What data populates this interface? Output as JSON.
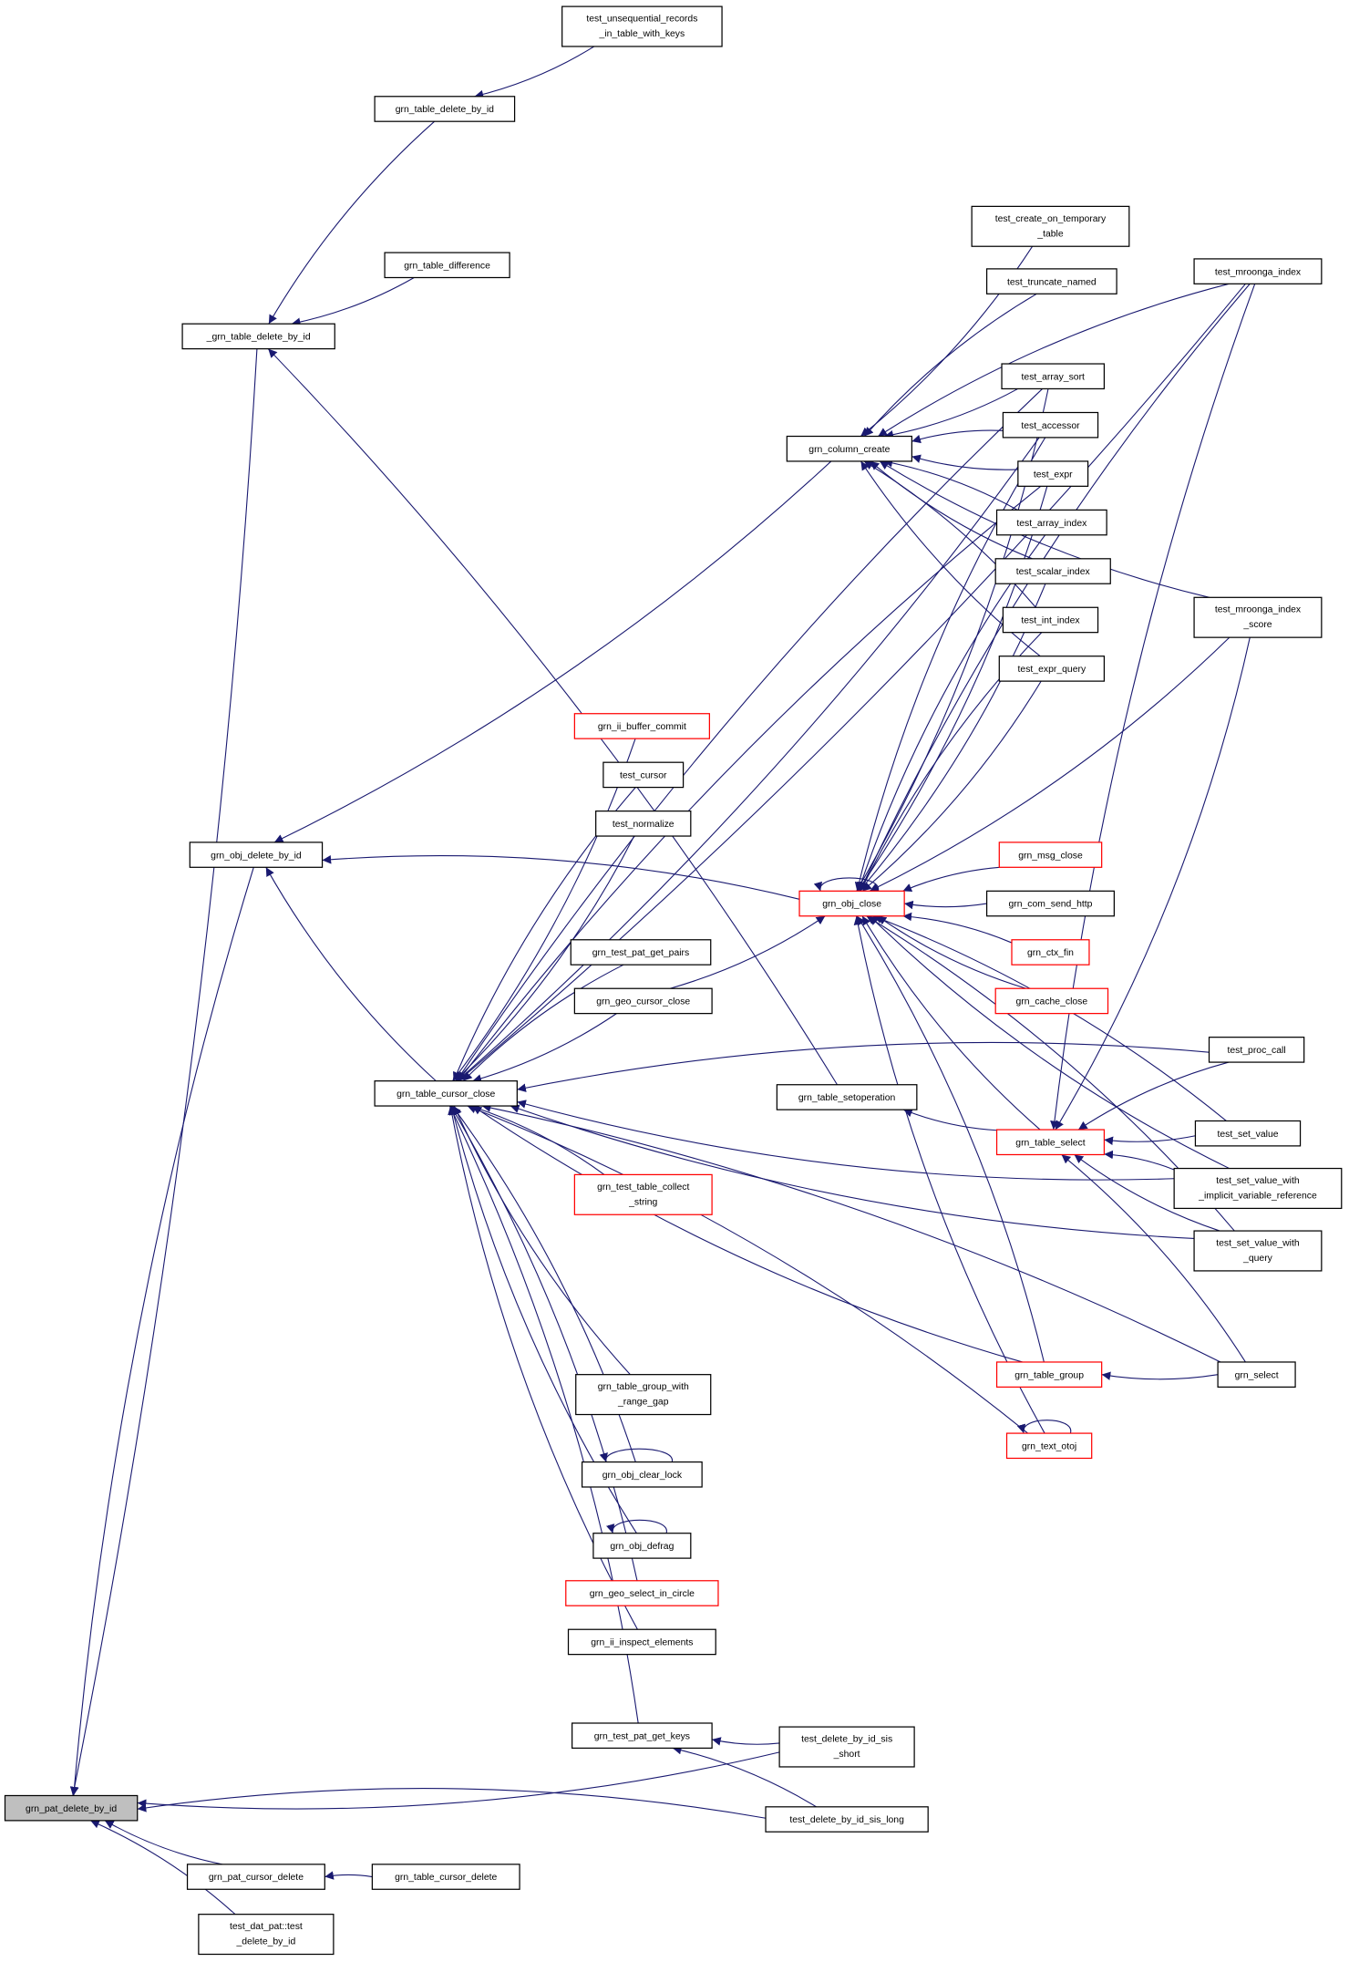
{
  "graph": {
    "edge_color": "#191970",
    "highlight_fill": "#bfbfbf",
    "nodes": [
      {
        "id": "test_unsequential_records",
        "lines": [
          "test_unsequential_records",
          "_in_table_with_keys"
        ],
        "style": "normal"
      },
      {
        "id": "grn_table_delete_by_id",
        "lines": [
          "grn_table_delete_by_id"
        ],
        "style": "normal"
      },
      {
        "id": "grn_table_difference",
        "lines": [
          "grn_table_difference"
        ],
        "style": "normal"
      },
      {
        "id": "_grn_table_delete_by_id",
        "lines": [
          "_grn_table_delete_by_id"
        ],
        "style": "normal"
      },
      {
        "id": "grn_obj_delete_by_id",
        "lines": [
          "grn_obj_delete_by_id"
        ],
        "style": "normal"
      },
      {
        "id": "grn_table_cursor_close",
        "lines": [
          "grn_table_cursor_close"
        ],
        "style": "normal"
      },
      {
        "id": "grn_pat_delete_by_id",
        "lines": [
          "grn_pat_delete_by_id"
        ],
        "style": "gray"
      },
      {
        "id": "grn_pat_cursor_delete",
        "lines": [
          "grn_pat_cursor_delete"
        ],
        "style": "normal"
      },
      {
        "id": "grn_table_cursor_delete",
        "lines": [
          "grn_table_cursor_delete"
        ],
        "style": "normal"
      },
      {
        "id": "test_dat_pat",
        "lines": [
          "test_dat_pat::test",
          "_delete_by_id"
        ],
        "style": "normal"
      },
      {
        "id": "test_create_on_temporary",
        "lines": [
          "test_create_on_temporary",
          "_table"
        ],
        "style": "normal"
      },
      {
        "id": "test_truncate_named",
        "lines": [
          "test_truncate_named"
        ],
        "style": "normal"
      },
      {
        "id": "test_array_sort",
        "lines": [
          "test_array_sort"
        ],
        "style": "normal"
      },
      {
        "id": "test_accessor",
        "lines": [
          "test_accessor"
        ],
        "style": "normal"
      },
      {
        "id": "grn_column_create",
        "lines": [
          "grn_column_create"
        ],
        "style": "normal"
      },
      {
        "id": "test_expr",
        "lines": [
          "test_expr"
        ],
        "style": "normal"
      },
      {
        "id": "test_array_index",
        "lines": [
          "test_array_index"
        ],
        "style": "normal"
      },
      {
        "id": "test_scalar_index",
        "lines": [
          "test_scalar_index"
        ],
        "style": "normal"
      },
      {
        "id": "test_int_index",
        "lines": [
          "test_int_index"
        ],
        "style": "normal"
      },
      {
        "id": "test_expr_query",
        "lines": [
          "test_expr_query"
        ],
        "style": "normal"
      },
      {
        "id": "test_mroonga_index",
        "lines": [
          "test_mroonga_index"
        ],
        "style": "normal"
      },
      {
        "id": "test_mroonga_index_score",
        "lines": [
          "test_mroonga_index",
          "_score"
        ],
        "style": "normal"
      },
      {
        "id": "grn_ii_buffer_commit",
        "lines": [
          "grn_ii_buffer_commit"
        ],
        "style": "red"
      },
      {
        "id": "test_cursor",
        "lines": [
          "test_cursor"
        ],
        "style": "normal"
      },
      {
        "id": "test_normalize",
        "lines": [
          "test_normalize"
        ],
        "style": "normal"
      },
      {
        "id": "grn_msg_close",
        "lines": [
          "grn_msg_close"
        ],
        "style": "red"
      },
      {
        "id": "grn_obj_close",
        "lines": [
          "grn_obj_close"
        ],
        "style": "red"
      },
      {
        "id": "grn_com_send_http",
        "lines": [
          "grn_com_send_http"
        ],
        "style": "normal"
      },
      {
        "id": "grn_ctx_fin",
        "lines": [
          "grn_ctx_fin"
        ],
        "style": "red"
      },
      {
        "id": "grn_cache_close",
        "lines": [
          "grn_cache_close"
        ],
        "style": "red"
      },
      {
        "id": "grn_test_pat_get_pairs",
        "lines": [
          "grn_test_pat_get_pairs"
        ],
        "style": "normal"
      },
      {
        "id": "grn_geo_cursor_close",
        "lines": [
          "grn_geo_cursor_close"
        ],
        "style": "normal"
      },
      {
        "id": "test_proc_call",
        "lines": [
          "test_proc_call"
        ],
        "style": "normal"
      },
      {
        "id": "grn_table_setoperation",
        "lines": [
          "grn_table_setoperation"
        ],
        "style": "normal"
      },
      {
        "id": "grn_table_select",
        "lines": [
          "grn_table_select"
        ],
        "style": "red"
      },
      {
        "id": "test_set_value",
        "lines": [
          "test_set_value"
        ],
        "style": "normal"
      },
      {
        "id": "test_set_value_with_implicit",
        "lines": [
          "test_set_value_with",
          "_implicit_variable_reference"
        ],
        "style": "normal"
      },
      {
        "id": "grn_test_table_collect_string",
        "lines": [
          "grn_test_table_collect",
          "_string"
        ],
        "style": "red"
      },
      {
        "id": "test_set_value_with_query",
        "lines": [
          "test_set_value_with",
          "_query"
        ],
        "style": "normal"
      },
      {
        "id": "grn_table_group",
        "lines": [
          "grn_table_group"
        ],
        "style": "red"
      },
      {
        "id": "grn_select",
        "lines": [
          "grn_select"
        ],
        "style": "normal"
      },
      {
        "id": "grn_table_group_with_range_gap",
        "lines": [
          "grn_table_group_with",
          "_range_gap"
        ],
        "style": "normal"
      },
      {
        "id": "grn_text_otoj",
        "lines": [
          "grn_text_otoj"
        ],
        "style": "red"
      },
      {
        "id": "grn_obj_clear_lock",
        "lines": [
          "grn_obj_clear_lock"
        ],
        "style": "normal"
      },
      {
        "id": "grn_obj_defrag",
        "lines": [
          "grn_obj_defrag"
        ],
        "style": "normal"
      },
      {
        "id": "grn_geo_select_in_circle",
        "lines": [
          "grn_geo_select_in_circle"
        ],
        "style": "red"
      },
      {
        "id": "grn_ii_inspect_elements",
        "lines": [
          "grn_ii_inspect_elements"
        ],
        "style": "normal"
      },
      {
        "id": "grn_test_pat_get_keys",
        "lines": [
          "grn_test_pat_get_keys"
        ],
        "style": "normal"
      },
      {
        "id": "test_delete_by_id_sis_short",
        "lines": [
          "test_delete_by_id_sis",
          "_short"
        ],
        "style": "normal"
      },
      {
        "id": "test_delete_by_id_sis_long",
        "lines": [
          "test_delete_by_id_sis_long"
        ],
        "style": "normal"
      }
    ],
    "edges": [
      [
        "grn_table_delete_by_id",
        "test_unsequential_records"
      ],
      [
        "_grn_table_delete_by_id",
        "grn_table_delete_by_id"
      ],
      [
        "_grn_table_delete_by_id",
        "grn_table_difference"
      ],
      [
        "_grn_table_delete_by_id",
        "grn_table_setoperation"
      ],
      [
        "grn_pat_delete_by_id",
        "_grn_table_delete_by_id"
      ],
      [
        "grn_pat_delete_by_id",
        "grn_obj_delete_by_id"
      ],
      [
        "grn_pat_delete_by_id",
        "test_delete_by_id_sis_short"
      ],
      [
        "grn_pat_delete_by_id",
        "test_delete_by_id_sis_long"
      ],
      [
        "grn_pat_delete_by_id",
        "grn_pat_cursor_delete"
      ],
      [
        "grn_pat_delete_by_id",
        "test_dat_pat"
      ],
      [
        "grn_obj_delete_by_id",
        "grn_column_create"
      ],
      [
        "grn_obj_delete_by_id",
        "grn_obj_close"
      ],
      [
        "grn_obj_delete_by_id",
        "grn_table_cursor_close"
      ],
      [
        "grn_pat_cursor_delete",
        "grn_table_cursor_delete"
      ],
      [
        "grn_table_cursor_close",
        "test_mroonga_index"
      ],
      [
        "grn_table_cursor_close",
        "test_array_sort"
      ],
      [
        "grn_table_cursor_close",
        "test_accessor"
      ],
      [
        "grn_table_cursor_close",
        "test_expr"
      ],
      [
        "grn_table_cursor_close",
        "grn_ii_buffer_commit"
      ],
      [
        "grn_table_cursor_close",
        "test_cursor"
      ],
      [
        "grn_table_cursor_close",
        "test_normalize"
      ],
      [
        "grn_table_cursor_close",
        "grn_test_pat_get_pairs"
      ],
      [
        "grn_table_cursor_close",
        "grn_geo_cursor_close"
      ],
      [
        "grn_table_cursor_close",
        "test_proc_call"
      ],
      [
        "grn_table_cursor_close",
        "test_set_value_with_implicit"
      ],
      [
        "grn_table_cursor_close",
        "grn_test_table_collect_string"
      ],
      [
        "grn_table_cursor_close",
        "grn_table_group"
      ],
      [
        "grn_table_cursor_close",
        "grn_text_otoj"
      ],
      [
        "grn_table_cursor_close",
        "grn_table_group_with_range_gap"
      ],
      [
        "grn_table_cursor_close",
        "grn_obj_clear_lock"
      ],
      [
        "grn_table_cursor_close",
        "grn_obj_defrag"
      ],
      [
        "grn_table_cursor_close",
        "grn_geo_select_in_circle"
      ],
      [
        "grn_table_cursor_close",
        "grn_ii_inspect_elements"
      ],
      [
        "grn_table_cursor_close",
        "grn_test_pat_get_keys"
      ],
      [
        "grn_table_cursor_close",
        "test_set_value_with_query"
      ],
      [
        "grn_table_cursor_close",
        "grn_select"
      ],
      [
        "grn_column_create",
        "test_create_on_temporary"
      ],
      [
        "grn_column_create",
        "test_truncate_named"
      ],
      [
        "grn_column_create",
        "test_array_sort"
      ],
      [
        "grn_column_create",
        "test_accessor"
      ],
      [
        "grn_column_create",
        "test_expr"
      ],
      [
        "grn_column_create",
        "test_array_index"
      ],
      [
        "grn_column_create",
        "test_scalar_index"
      ],
      [
        "grn_column_create",
        "test_int_index"
      ],
      [
        "grn_column_create",
        "test_expr_query"
      ],
      [
        "grn_column_create",
        "test_mroonga_index"
      ],
      [
        "grn_column_create",
        "test_mroonga_index_score"
      ],
      [
        "grn_obj_close",
        "grn_obj_close"
      ],
      [
        "grn_obj_close",
        "test_array_sort"
      ],
      [
        "grn_obj_close",
        "test_accessor"
      ],
      [
        "grn_obj_close",
        "test_expr"
      ],
      [
        "grn_obj_close",
        "test_array_index"
      ],
      [
        "grn_obj_close",
        "test_scalar_index"
      ],
      [
        "grn_obj_close",
        "test_int_index"
      ],
      [
        "grn_obj_close",
        "test_expr_query"
      ],
      [
        "grn_obj_close",
        "test_mroonga_index"
      ],
      [
        "grn_obj_close",
        "test_mroonga_index_score"
      ],
      [
        "grn_obj_close",
        "grn_msg_close"
      ],
      [
        "grn_obj_close",
        "grn_com_send_http"
      ],
      [
        "grn_obj_close",
        "grn_ctx_fin"
      ],
      [
        "grn_obj_close",
        "grn_cache_close"
      ],
      [
        "grn_obj_close",
        "grn_geo_cursor_close"
      ],
      [
        "grn_obj_close",
        "grn_table_select"
      ],
      [
        "grn_obj_close",
        "grn_table_group"
      ],
      [
        "grn_obj_close",
        "grn_text_otoj"
      ],
      [
        "grn_obj_close",
        "test_set_value"
      ],
      [
        "grn_obj_close",
        "test_set_value_with_implicit"
      ],
      [
        "grn_obj_close",
        "test_set_value_with_query"
      ],
      [
        "grn_table_setoperation",
        "grn_table_select"
      ],
      [
        "grn_table_select",
        "test_mroonga_index"
      ],
      [
        "grn_table_select",
        "test_mroonga_index_score"
      ],
      [
        "grn_table_select",
        "test_proc_call"
      ],
      [
        "grn_table_select",
        "test_set_value"
      ],
      [
        "grn_table_select",
        "test_set_value_with_implicit"
      ],
      [
        "grn_table_select",
        "test_set_value_with_query"
      ],
      [
        "grn_table_select",
        "grn_select"
      ],
      [
        "grn_table_group",
        "grn_select"
      ],
      [
        "grn_text_otoj",
        "grn_text_otoj"
      ],
      [
        "grn_obj_clear_lock",
        "grn_obj_clear_lock"
      ],
      [
        "grn_obj_defrag",
        "grn_obj_defrag"
      ],
      [
        "grn_test_pat_get_keys",
        "test_delete_by_id_sis_short"
      ],
      [
        "grn_test_pat_get_keys",
        "test_delete_by_id_sis_long"
      ]
    ]
  }
}
